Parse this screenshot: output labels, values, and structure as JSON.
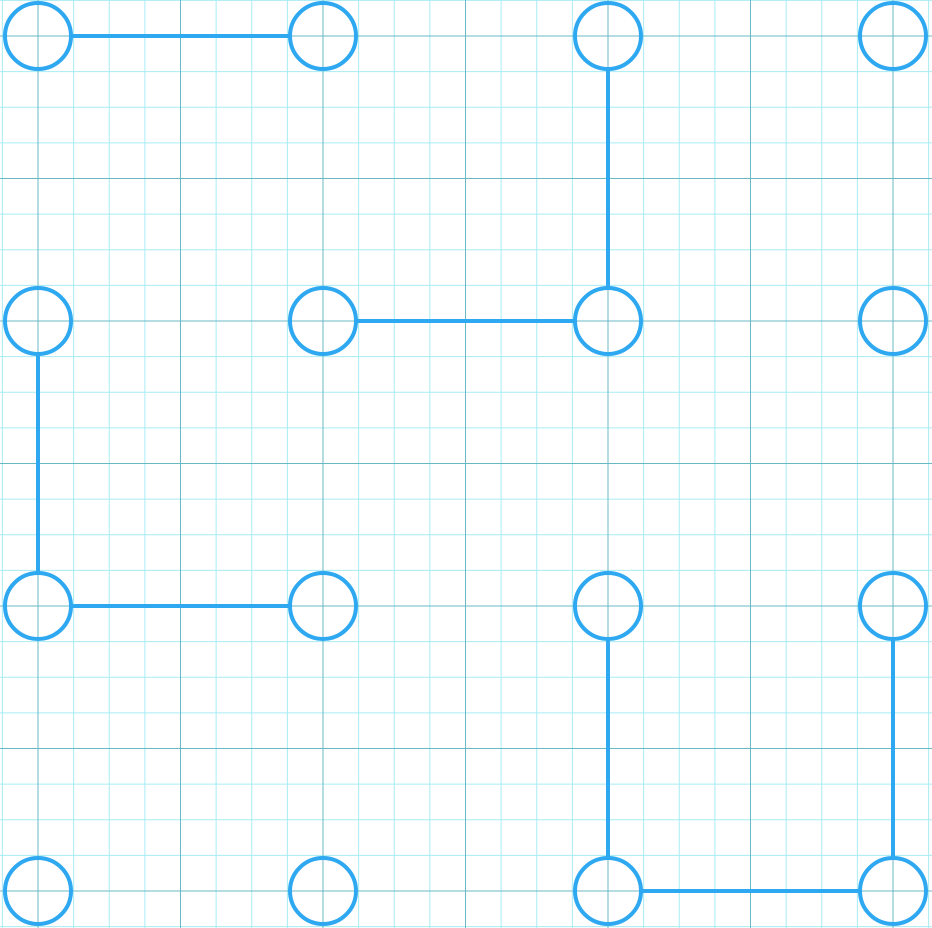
{
  "colors": {
    "background": "#ffffff",
    "minor_grid": "#a8ecf4",
    "major_grid": "#6ab8c4",
    "node_stroke": "#2ea8f0",
    "edge_stroke": "#2ea8f0"
  },
  "grid": {
    "rows": 4,
    "cols": 4
  },
  "edges": [
    {
      "from": [
        0,
        0
      ],
      "to": [
        0,
        1
      ]
    },
    {
      "from": [
        0,
        2
      ],
      "to": [
        1,
        2
      ]
    },
    {
      "from": [
        1,
        1
      ],
      "to": [
        1,
        2
      ]
    },
    {
      "from": [
        1,
        0
      ],
      "to": [
        2,
        0
      ]
    },
    {
      "from": [
        2,
        0
      ],
      "to": [
        2,
        1
      ]
    },
    {
      "from": [
        2,
        2
      ],
      "to": [
        3,
        2
      ]
    },
    {
      "from": [
        2,
        3
      ],
      "to": [
        3,
        3
      ]
    },
    {
      "from": [
        3,
        2
      ],
      "to": [
        3,
        3
      ]
    }
  ]
}
